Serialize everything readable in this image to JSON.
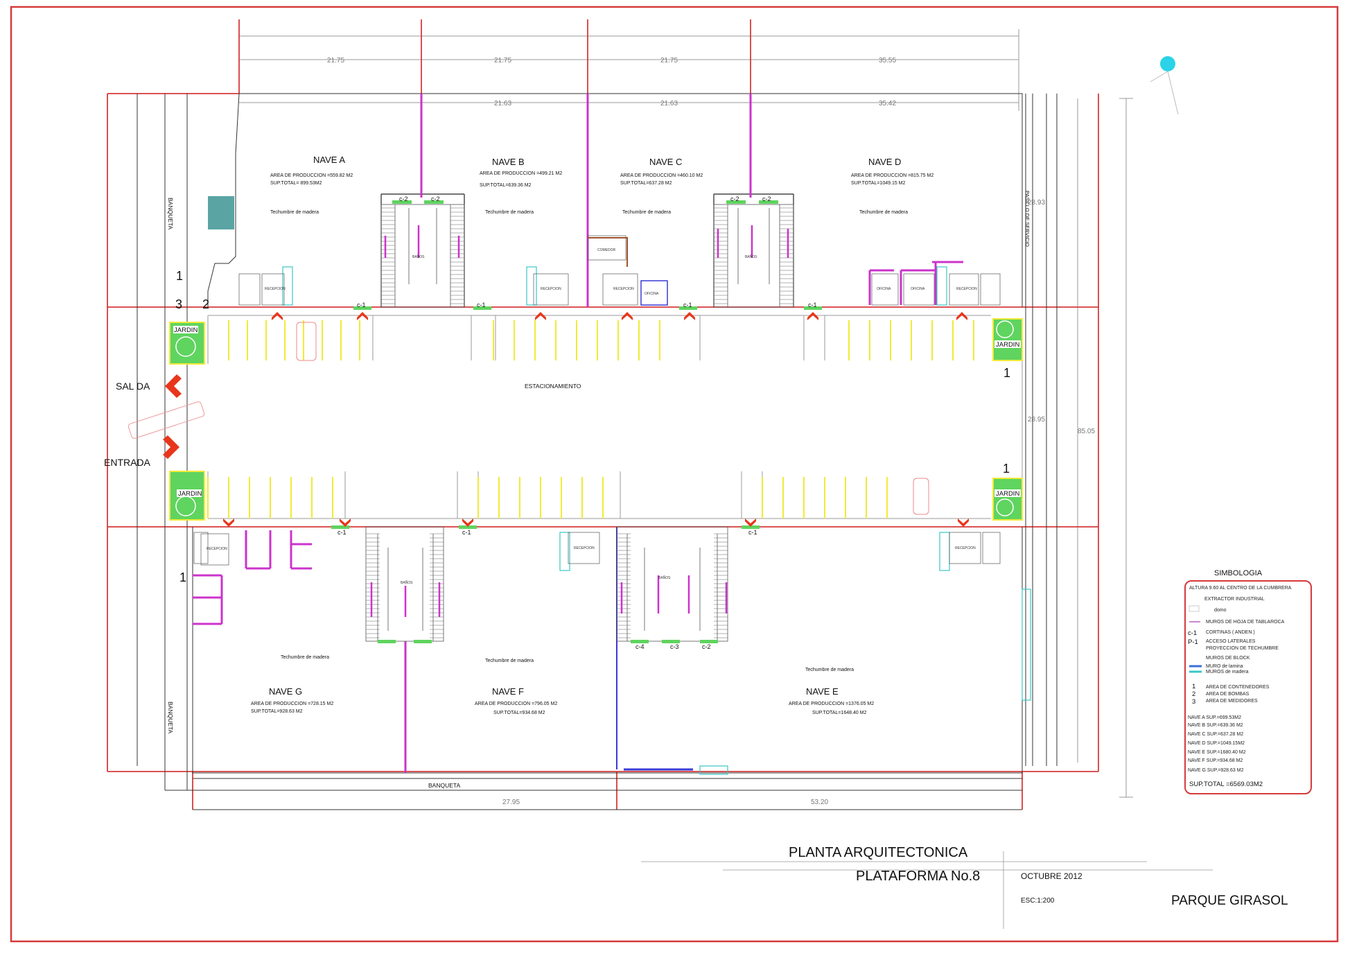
{
  "title_block": {
    "title": "PLANTA ARQUITECTONICA",
    "platform": "PLATAFORMA No.8",
    "date": "OCTUBRE  2012",
    "scale": "ESC:1:200",
    "project": "PARQUE GIRASOL"
  },
  "naves": [
    {
      "name": "NAVE  A",
      "area": "AREA DE PRODUCCION =559.82 M2",
      "sup": "SUP.TOTAL= 899.53M2"
    },
    {
      "name": "NAVE  B",
      "area": "AREA DE PRODUCCION =499.21 M2",
      "sup": "SUP.TOTAL=639.36 M2"
    },
    {
      "name": "NAVE  C",
      "area": "AREA DE PRODUCCION =460.10 M2",
      "sup": "SUP.TOTAL=637.28 M2"
    },
    {
      "name": "NAVE  D",
      "area": "AREA DE PRODUCCION =815.75 M2",
      "sup": "SUP.TOTAL=1049.15 M2"
    },
    {
      "name": "NAVE  E",
      "area": "AREA DE PRODUCCION =1376.05 M2",
      "sup": "SUP.TOTAL=1648.40 M2"
    },
    {
      "name": "NAVE  F",
      "area": "AREA DE PRODUCCION =796.05 M2",
      "sup": "SUP.TOTAL=934.68 M2"
    },
    {
      "name": "NAVE  G",
      "area": "AREA DE PRODUCCION =728.15 M2",
      "sup": "SUP.TOTAL=928.63 M2"
    }
  ],
  "labels": {
    "roof": "Techumbre de madera",
    "parking": "ESTACIONAMIENTO",
    "salida": "SAL DA",
    "entrada": "ENTRADA",
    "banqueta": "BANQUETA",
    "pasillo": "PASILLO DE SERVICIO",
    "jardin": "JARDIN",
    "c1": "c-1",
    "c2": "c-2",
    "c3": "c-3",
    "c4": "c-4",
    "num1": "1",
    "num2": "2",
    "num3": "3",
    "recepcion": "RECEPCION",
    "oficina": "OFICINA",
    "comedor": "COMEDOR",
    "banos": "BAÑOS"
  },
  "dimensions": {
    "d1": "21.75",
    "d2": "21.75",
    "d3": "21.75",
    "d4": "35.55",
    "d5": "21.63",
    "d6": "21.63",
    "d7": "35.42",
    "d8": "28.93",
    "d9": "28.95",
    "d10": "85.05",
    "d11": "27.95",
    "d12": "53.20"
  },
  "legend": {
    "title": "SIMBOLOGIA",
    "items": [
      "ALTURA 9.60 AL CENTRO DE LA CUMBRERA",
      "EXTRACTOR INDUSTRIAL",
      "domo",
      "MUROS DE HOJA DE TABLAROCA",
      "CORTINAS ( ANDEN )",
      "ACCESO LATERALES",
      "PROYECCION DE TECHUMBRE",
      "MUROS DE BLOCK",
      "MURO de lamina",
      "MUROS de madera",
      "AREA DE CONTENEDORES",
      "AREA DE BOMBAS",
      "AREA DE MEDIDORES"
    ],
    "codes": [
      "c-1",
      "P-1"
    ],
    "nums": [
      "1",
      "2",
      "3"
    ],
    "sups": [
      "NAVE A  SUP.=699.53M2",
      "NAVE B  SUP.=639.36 M2",
      "NAVE C  SUP.=637.28 M2",
      "NAVE D  SUP.=1049.15M2",
      "NAVE E  SUP.=1680.40 M2",
      "NAVE F  SUP.=934.68 M2",
      "NAVE G  SUP.=928.63 M2"
    ],
    "total": "SUP.TOTAL   =6569.03M2"
  },
  "colors": {
    "frame": "#d63a3a",
    "wall": "#222222",
    "magenta": "#cc33cc",
    "yellow": "#f2ea37",
    "green": "#5fd45f",
    "cyan": "#39c6c6",
    "blue": "#3a3ad6",
    "teal": "#5aa4a4"
  }
}
